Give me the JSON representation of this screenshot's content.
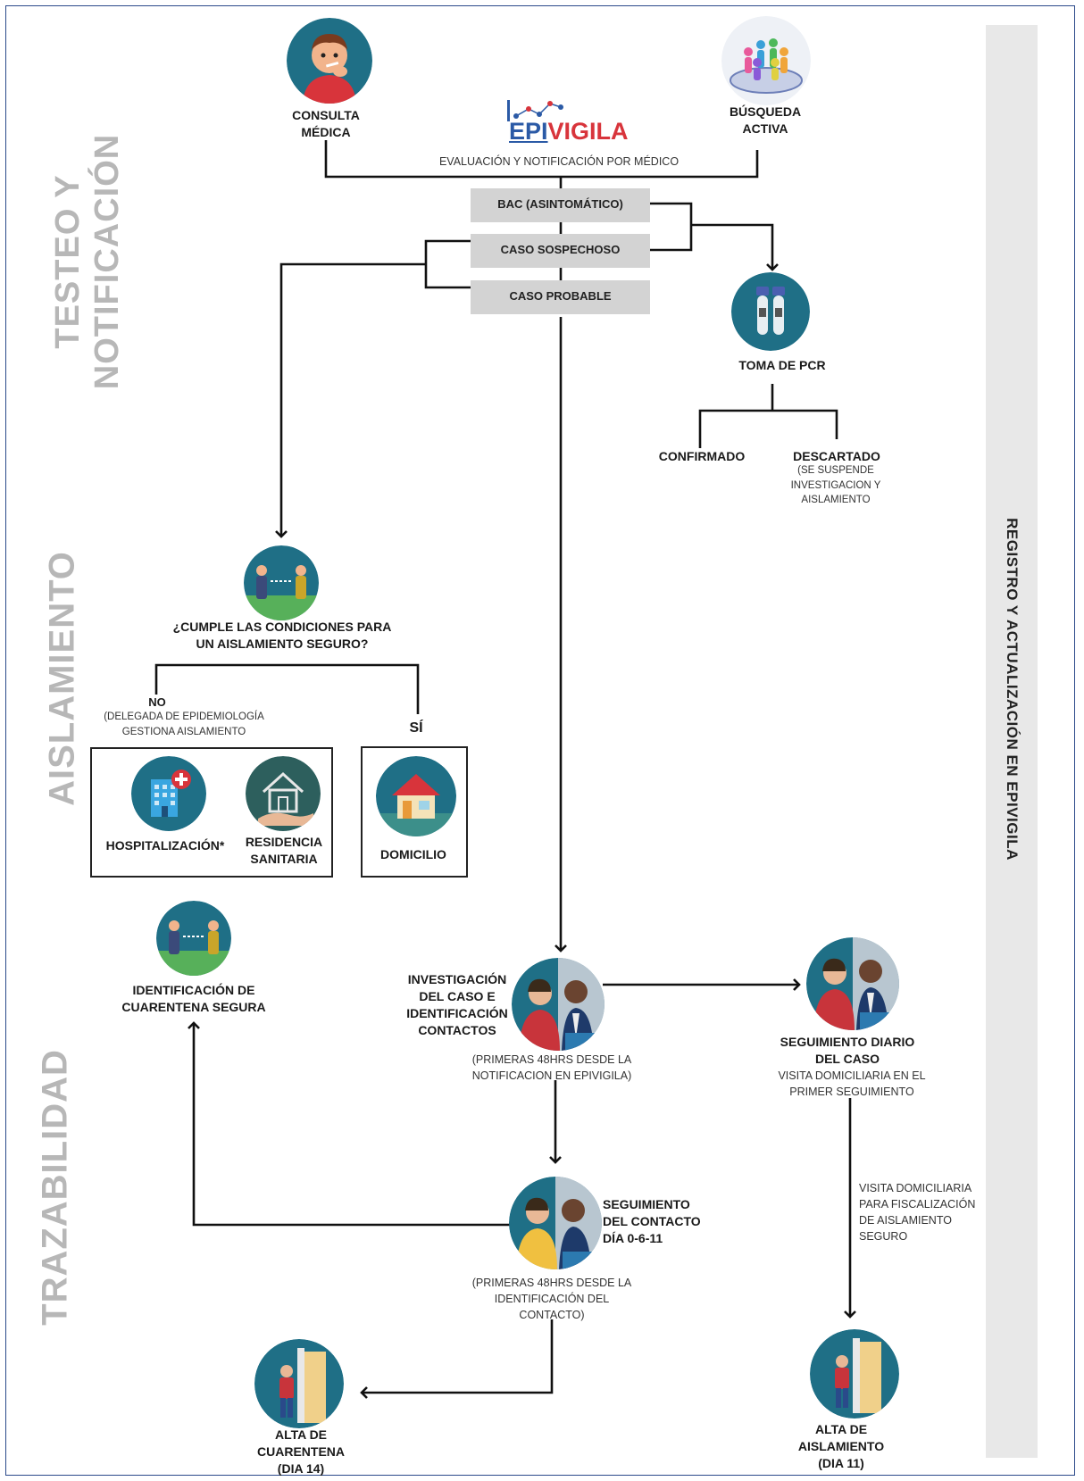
{
  "sections": {
    "testeo": "TESTEO Y NOTIFICACIÓN",
    "aislamiento": "AISLAMIENTO",
    "trazabilidad": "TRAZABILIDAD",
    "registro": "REGISTRO Y ACTUALIZACIÓN EN EPIVIGILA"
  },
  "logo": {
    "epi": "EPI",
    "vigila": "VIGILA"
  },
  "nodes": {
    "consulta": "CONSULTA\nMÉDICA",
    "busqueda": "BÚSQUEDA\nACTIVA",
    "evaluacion": "EVALUACIÓN Y NOTIFICACIÓN POR MÉDICO",
    "bac": "BAC (ASINTOMÁTICO)",
    "sospechoso": "CASO SOSPECHOSO",
    "probable": "CASO PROBABLE",
    "pcr": "TOMA DE PCR",
    "confirmado": "CONFIRMADO",
    "descartado": "DESCARTADO",
    "descartado_note": "(SE SUSPENDE\nINVESTIGACION Y\nAISLAMIENTO",
    "cumple": "¿CUMPLE LAS CONDICIONES PARA\nUN AISLAMIENTO SEGURO?",
    "no": "NO",
    "no_note": "(DELEGADA DE EPIDEMIOLOGÍA\nGESTIONA AISLAMIENTO",
    "si": "SÍ",
    "hospitalizacion": "HOSPITALIZACIÓN*",
    "residencia": "RESIDENCIA\nSANITARIA",
    "domicilio": "DOMICILIO",
    "cuarentena_segura": "IDENTIFICACIÓN DE\nCUARENTENA SEGURA",
    "investigacion": "INVESTIGACIÓN\nDEL CASO E\nIDENTIFICACIÓN\nCONTACTOS",
    "investigacion_note": "(PRIMERAS 48HRS DESDE LA\nNOTIFICACION EN EPIVIGILA)",
    "seguimiento_diario": "SEGUIMIENTO DIARIO\nDEL CASO",
    "seguimiento_diario_note": "VISITA DOMICILIARIA EN EL\nPRIMER SEGUIMIENTO",
    "visita_note": "VISITA DOMICILIARIA\nPARA FISCALIZACIÓN\nDE AISLAMIENTO\nSEGURO",
    "seguimiento_contacto": "SEGUIMIENTO\nDEL CONTACTO\nDÍA 0-6-11",
    "seguimiento_contacto_note": "(PRIMERAS 48HRS DESDE LA\nIDENTIFICACIÓN DEL\nCONTACTO)",
    "alta_cuarentena": "ALTA DE\nCUARENTENA\n(DIA 14)",
    "alta_aislamiento": "ALTA DE\nAISLAMIENTO\n(DIA 11)"
  },
  "colors": {
    "teal": "#1f6f86",
    "accent_red": "#d8343b",
    "logo_blue": "#2b5aa6",
    "title_gray": "#b7b7b7"
  },
  "icons": {
    "consulta": "sick-person-icon",
    "busqueda": "crowd-icon",
    "pcr": "test-tubes-icon",
    "distancia": "social-distance-icon",
    "hospital": "hospital-icon",
    "residencia": "house-hand-icon",
    "domicilio": "home-icon",
    "call_center": "call-center-icon",
    "alta": "door-exit-icon"
  }
}
